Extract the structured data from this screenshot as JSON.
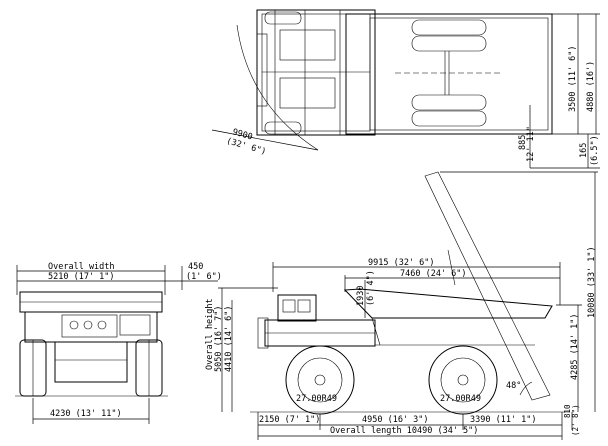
{
  "top_view": {
    "turning_radius": "9900",
    "turning_radius_ft": "(32' 6\")",
    "width_a": "3500 (11' 6\")",
    "width_b": "4880 (16')",
    "dim_885": "885",
    "dim_885_ft": "12' 11\"",
    "dim_165": "165",
    "dim_165_ft": "(6.5\")"
  },
  "front_view": {
    "overall_width_label": "Overall width",
    "overall_width": "5210 (17' 1\")",
    "side_450": "450",
    "side_450_ft": "(1' 6\")",
    "track_width": "4230 (13' 11\")"
  },
  "side_view": {
    "dump_reach": "9915 (32' 6\")",
    "body_length": "7460 (24' 6\")",
    "dim_1930": "1930",
    "dim_1930_ft": "(6' 4\")",
    "overall_height_label": "Overall height",
    "overall_height": "5050 (16' 7\")",
    "height_4410": "4410 (14' 6\")",
    "dump_height": "10080 (33' 1\")",
    "height_4285": "4285 (14' 1\")",
    "clearance": "810",
    "clearance_ft": "(2' 8\")",
    "tire_front": "27.00R49",
    "tire_rear": "27.00R49",
    "dump_angle": "48°",
    "front_overhang": "2150 (7' 1\")",
    "wheelbase": "4950 (16' 3\")",
    "rear_overhang": "3390 (11' 1\")",
    "overall_length": "Overall length 10490 (34' 5\")"
  }
}
